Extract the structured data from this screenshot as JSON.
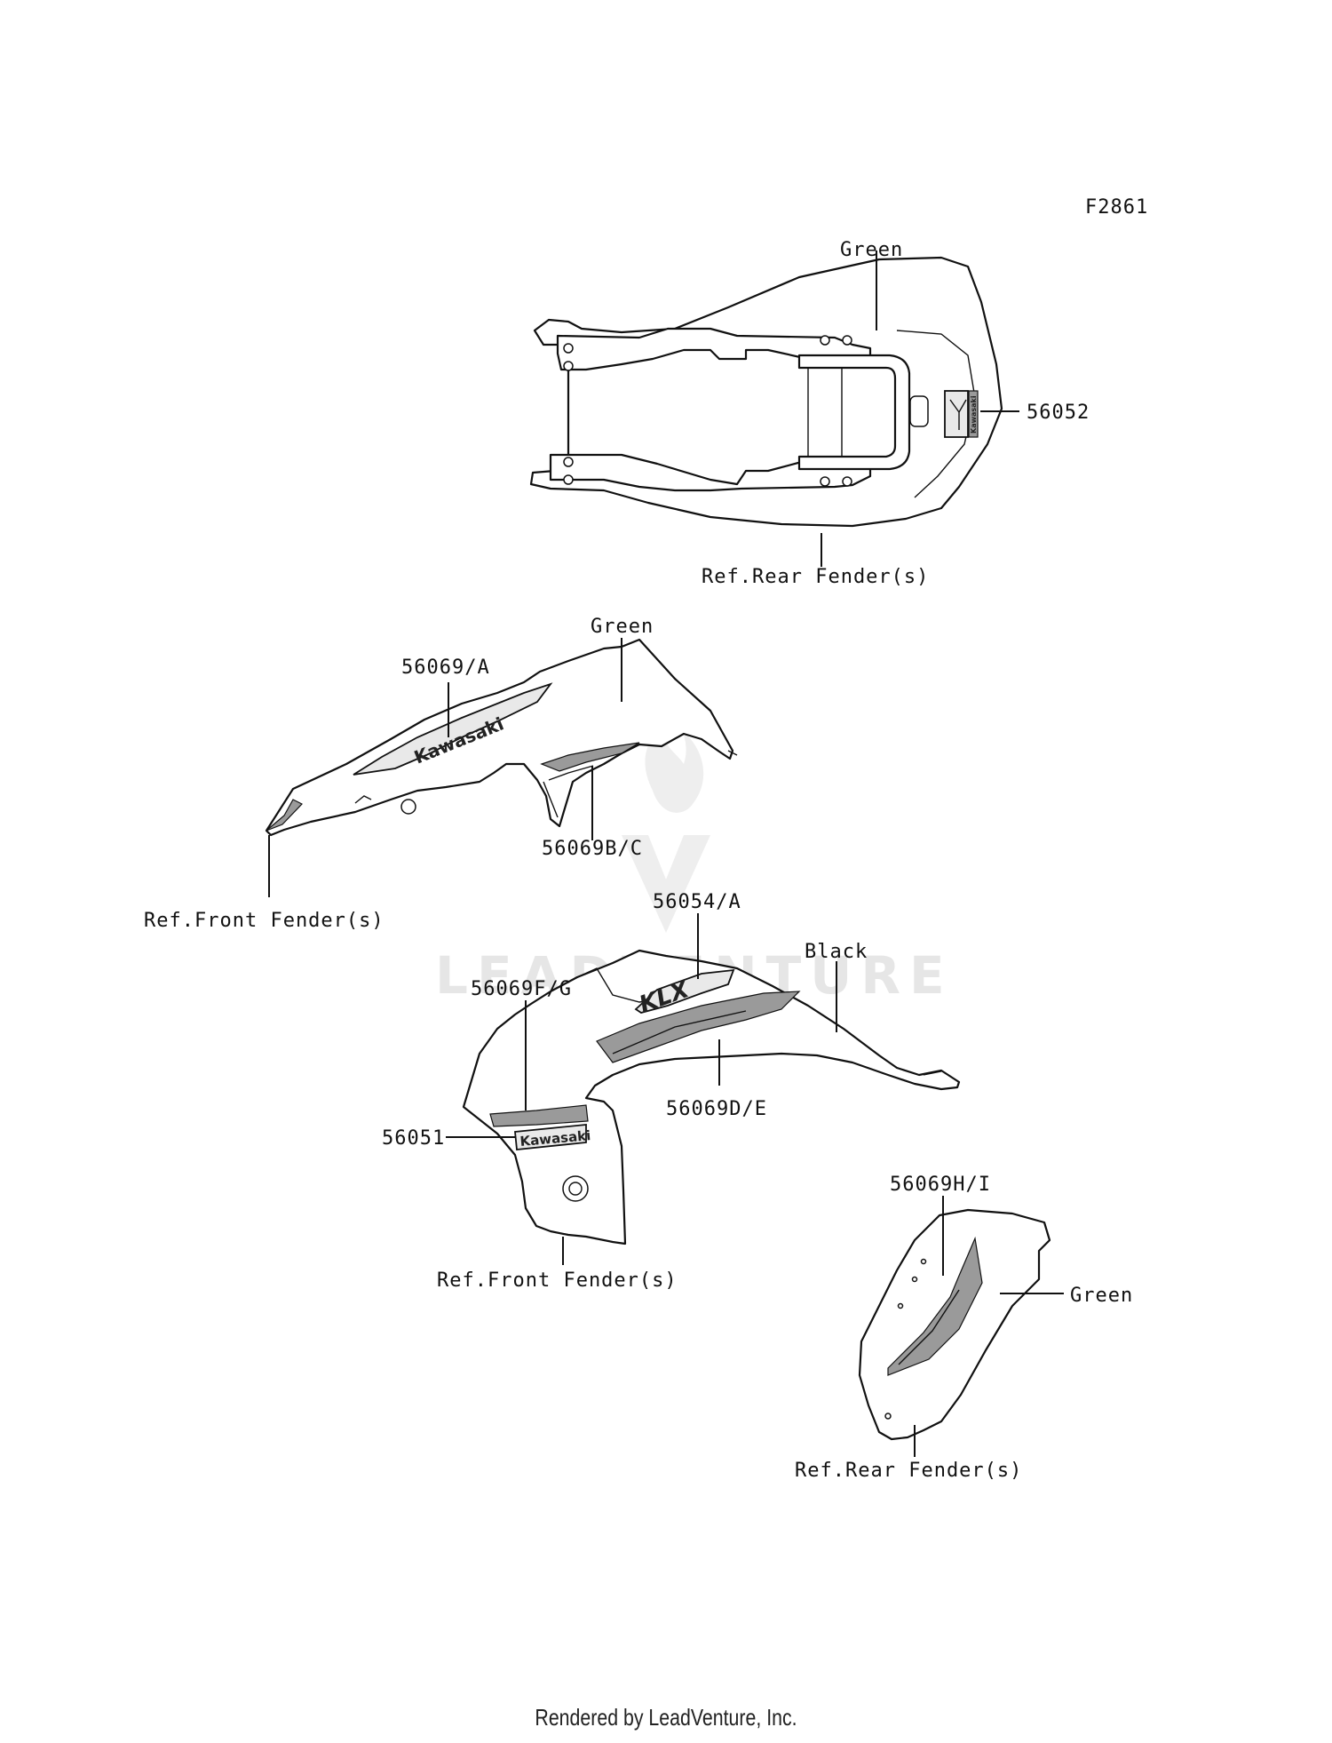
{
  "figure_code": "F2861",
  "watermark": "LEADVENTURE",
  "footer": "Rendered by LeadVenture, Inc.",
  "logo_text": "Kawasaki",
  "callouts": {
    "seat_color": "Green",
    "seat_emblem": "56052",
    "seat_ref": "Ref.Rear Fender(s)",
    "left_shroud_decal": "56069/A",
    "left_shroud_color": "Green",
    "left_shroud_stripe": "56069B/C",
    "left_shroud_ref": "Ref.Front Fender(s)",
    "tank_logo_decal": "56054/A",
    "tank_color": "Black",
    "tank_lower_decal": "56069F/G",
    "tank_stripe_decal": "56069D/E",
    "tank_emblem": "56051",
    "tank_ref": "Ref.Front Fender(s)",
    "side_cover_decal": "56069H/I",
    "side_cover_color": "Green",
    "side_cover_ref": "Ref.Rear Fender(s)"
  }
}
